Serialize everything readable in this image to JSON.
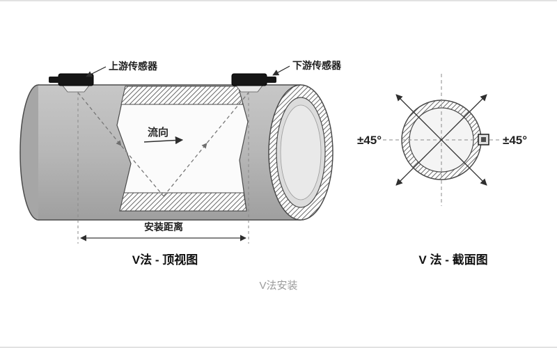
{
  "page": {
    "caption": "V法安装"
  },
  "top_view": {
    "upstream_sensor": "上游传感器",
    "downstream_sensor": "下游传感器",
    "flow_direction": "流向",
    "install_distance": "安装距离",
    "title": "V法 - 顶视图"
  },
  "section_view": {
    "angle_left": "±45°",
    "angle_right": "±45°",
    "title": "V 法 - 截面图"
  },
  "colors": {
    "pipe_fill": "#b7b7b7",
    "outline": "#4a4a4a",
    "sensor": "#161616",
    "caption_text": "#9b9b9b"
  }
}
